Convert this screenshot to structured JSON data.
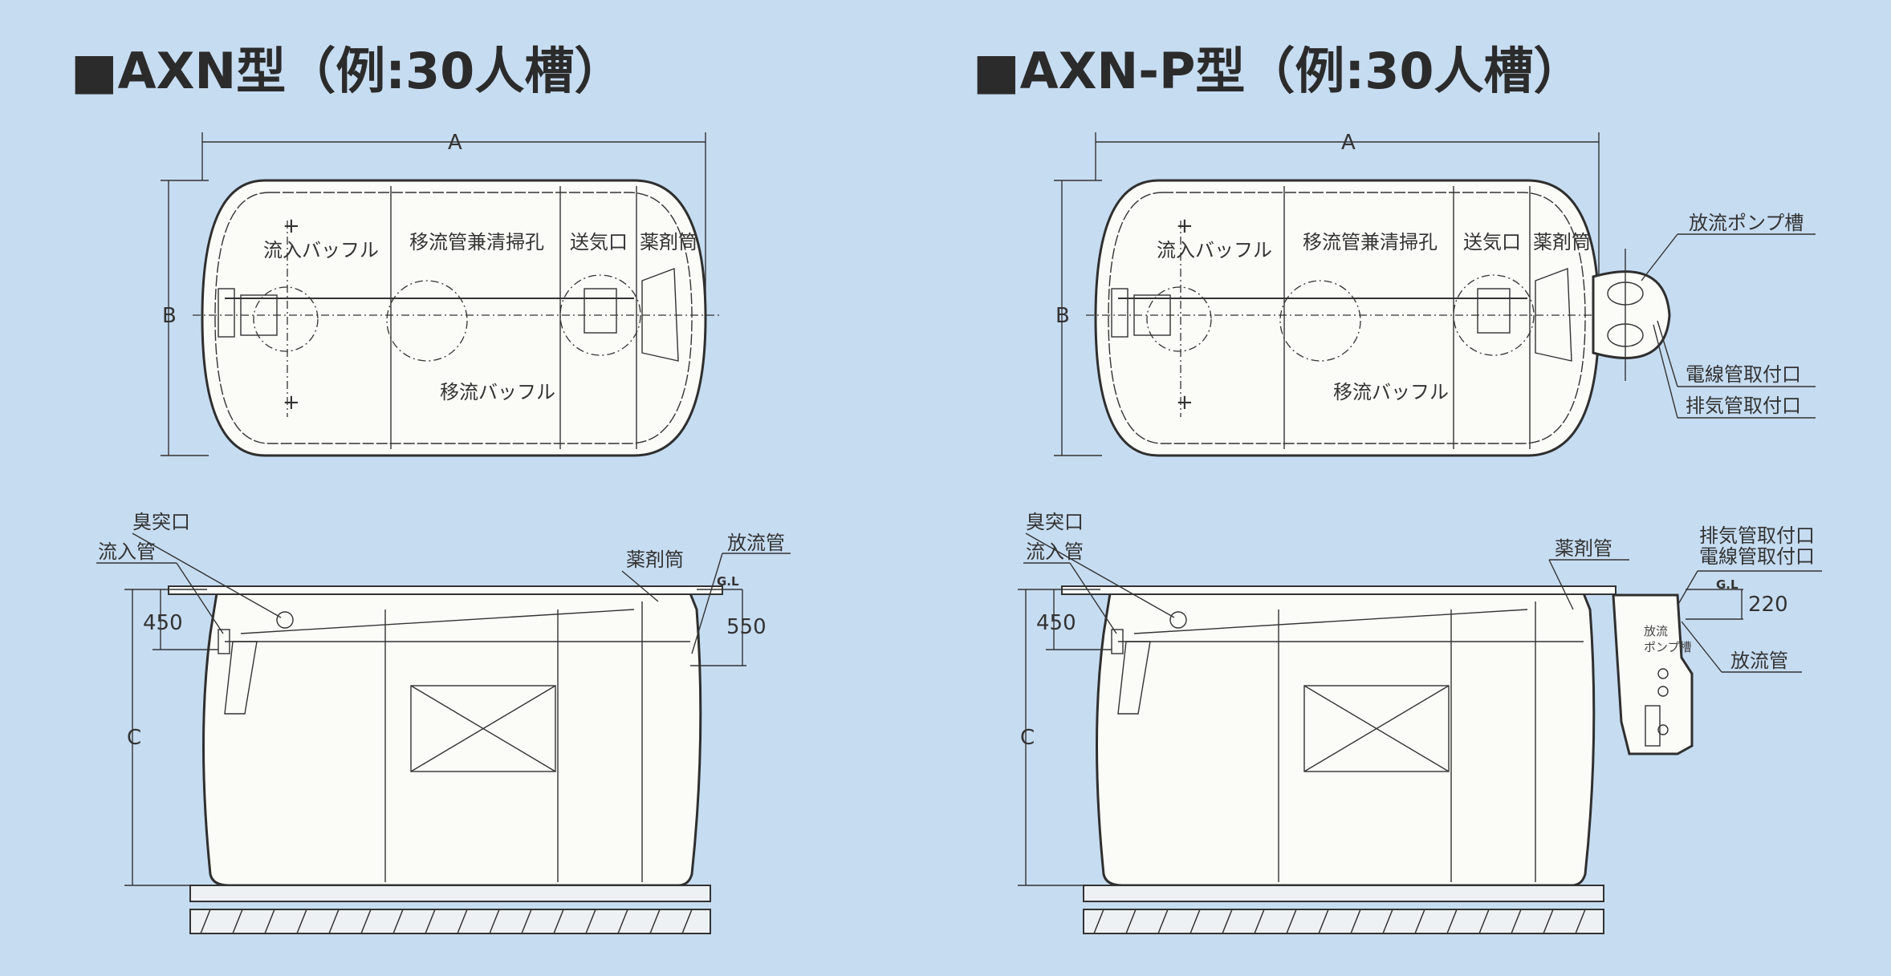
{
  "left": {
    "title": "■AXN型（例:30人槽）",
    "top_view": {
      "dim_a": "A",
      "dim_b": "B",
      "labels": {
        "inflow_baffle": "流入バッフル",
        "transfer_pipe_cleanout": "移流管兼清掃孔",
        "air_inlet": "送気口",
        "chemical_cylinder": "薬剤筒",
        "transfer_baffle": "移流バッフル"
      }
    },
    "side_view": {
      "labels": {
        "odor_vent": "臭突口",
        "inflow_pipe": "流入管",
        "chemical_cylinder": "薬剤筒",
        "discharge_pipe": "放流管",
        "ground_level": "G.L"
      },
      "dims": {
        "inlet_depth": "450",
        "outlet_depth": "550",
        "height": "C"
      }
    }
  },
  "right": {
    "title": "■AXN-P型（例:30人槽）",
    "top_view": {
      "dim_a": "A",
      "dim_b": "B",
      "labels": {
        "inflow_baffle": "流入バッフル",
        "transfer_pipe_cleanout": "移流管兼清掃孔",
        "air_inlet": "送気口",
        "chemical_cylinder": "薬剤筒",
        "transfer_baffle": "移流バッフル",
        "pump_tank": "放流ポンプ槽",
        "conduit_port": "電線管取付口",
        "exhaust_port": "排気管取付口"
      }
    },
    "side_view": {
      "labels": {
        "odor_vent": "臭突口",
        "inflow_pipe": "流入管",
        "chemical_pipe": "薬剤管",
        "exhaust_port": "排気管取付口",
        "conduit_port": "電線管取付口",
        "discharge_pipe": "放流管",
        "ground_level": "G.L",
        "pump_tank_a": "放流",
        "pump_tank_b": "ポンプ槽"
      },
      "dims": {
        "inlet_depth": "450",
        "outlet_depth": "220",
        "height": "C"
      }
    }
  }
}
